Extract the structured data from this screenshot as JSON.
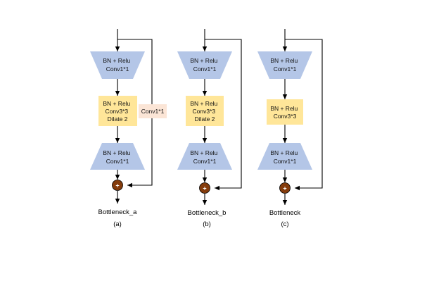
{
  "colors": {
    "conv1": "#b4c6e7",
    "conv3": "#ffe699",
    "shortcut": "#fbe5d6",
    "add": "#843c0c",
    "line": "#000000"
  },
  "panel_a": {
    "top_block": [
      "BN + Relu",
      "Conv1*1"
    ],
    "mid_block": [
      "BN + Relu",
      "Conv3*3",
      "Dilate 2"
    ],
    "bottom_block": [
      "BN + Relu",
      "Conv1*1"
    ],
    "shortcut_block": "Conv1*1",
    "name": "Bottleneck_a",
    "letter": "(a)"
  },
  "panel_b": {
    "top_block": [
      "BN + Relu",
      "Conv1*1"
    ],
    "mid_block": [
      "BN + Relu",
      "Conv3*3",
      "Dilate 2"
    ],
    "bottom_block": [
      "BN + Relu",
      "Conv1*1"
    ],
    "name": "Bottleneck_b",
    "letter": "(b)"
  },
  "panel_c": {
    "top_block": [
      "BN + Relu",
      "Conv1*1"
    ],
    "mid_block": [
      "BN + Relu",
      "Conv3*3"
    ],
    "bottom_block": [
      "BN + Relu",
      "Conv1*1"
    ],
    "name": "Bottleneck",
    "letter": "(c)"
  },
  "add_symbol": "+"
}
